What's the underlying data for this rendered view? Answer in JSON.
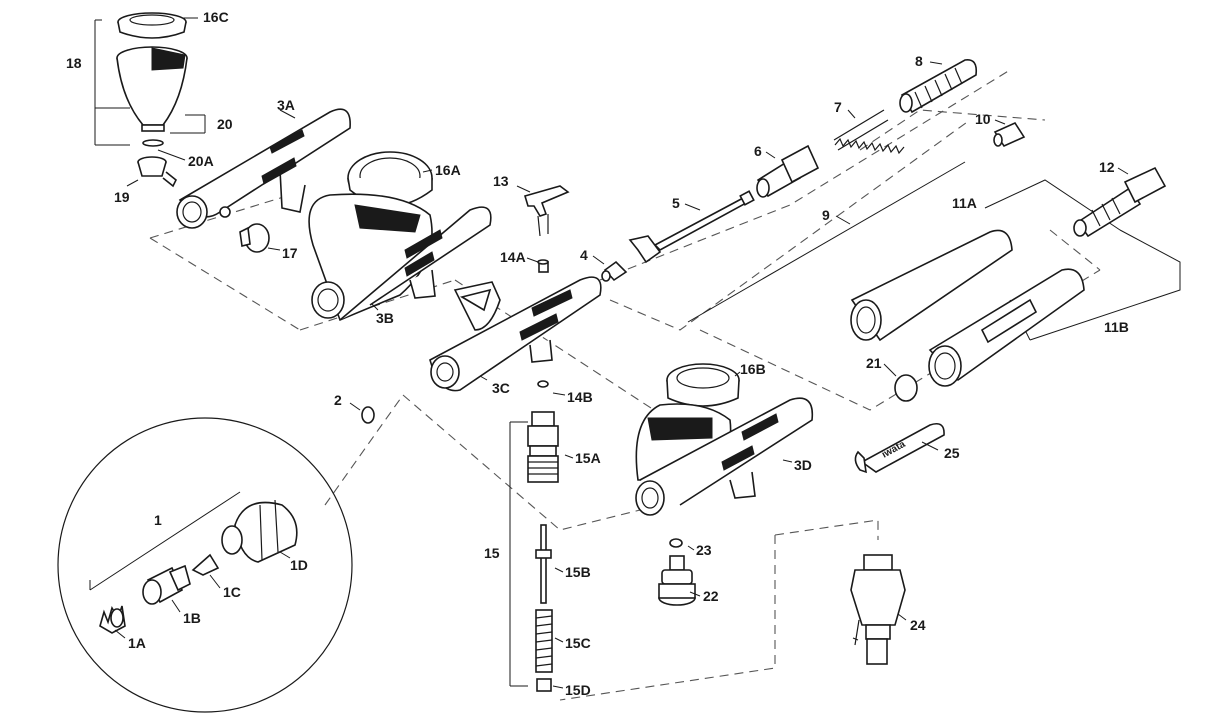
{
  "labels": {
    "l1": "1",
    "l1A": "1A",
    "l1B": "1B",
    "l1C": "1C",
    "l1D": "1D",
    "l2": "2",
    "l3A": "3A",
    "l3B": "3B",
    "l3C": "3C",
    "l3D": "3D",
    "l4": "4",
    "l5": "5",
    "l6": "6",
    "l7": "7",
    "l8": "8",
    "l9": "9",
    "l10": "10",
    "l11A": "11A",
    "l11B": "11B",
    "l12": "12",
    "l13": "13",
    "l14A": "14A",
    "l14B": "14B",
    "l15": "15",
    "l15A": "15A",
    "l15B": "15B",
    "l15C": "15C",
    "l15D": "15D",
    "l16A": "16A",
    "l16B": "16B",
    "l16C": "16C",
    "l17": "17",
    "l18": "18",
    "l19": "19",
    "l20": "20",
    "l20A": "20A",
    "l21": "21",
    "l22": "22",
    "l23": "23",
    "l24": "24",
    "l25": "25"
  },
  "wrench_text": "iwata",
  "colors": {
    "ink": "#1a1a1a",
    "background": "#ffffff",
    "guide": "#555555"
  }
}
